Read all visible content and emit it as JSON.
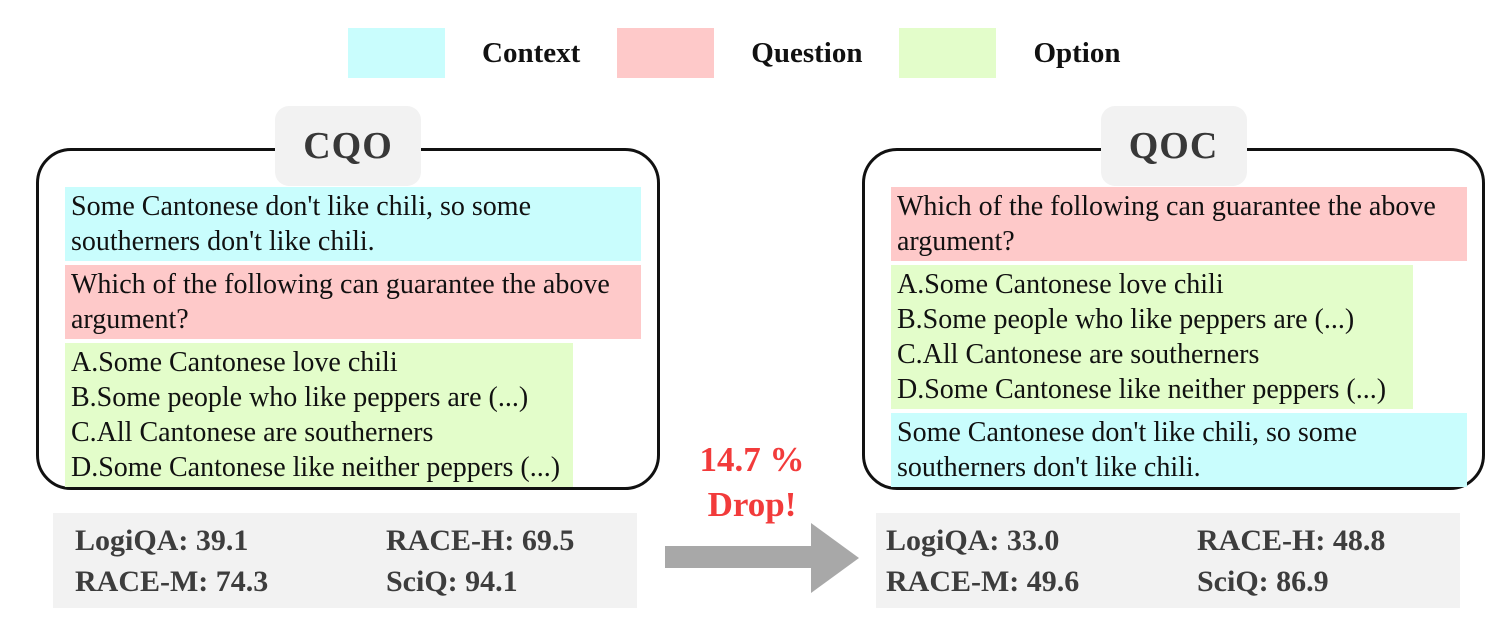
{
  "legend": {
    "items": [
      {
        "label": "Context",
        "color": "#c9fdfd"
      },
      {
        "label": "Question",
        "color": "#fec9c9"
      },
      {
        "label": "Option",
        "color": "#e3fdca"
      }
    ]
  },
  "colors": {
    "context": "#c9fdfd",
    "question": "#fec9c9",
    "option": "#e3fdca",
    "chip_bg": "#f2f2f2",
    "score_box_bg": "#f2f2f2",
    "drop_red": "#f23b3b",
    "arrow_gray": "#a8a8a8",
    "border_black": "#111111"
  },
  "cqo": {
    "title": "CQO",
    "context_lines": [
      "Some Cantonese don't like chili, so some",
      "southerners don't like chili."
    ],
    "question_lines": [
      "Which of the following can guarantee the above",
      "argument?"
    ],
    "option_lines": [
      "A.Some Cantonese love chili",
      "B.Some people who like peppers are (...)",
      "C.All Cantonese are southerners",
      "D.Some Cantonese like neither peppers (...)"
    ],
    "scores": [
      {
        "dataset": "LogiQA",
        "value": 39.1,
        "text": "LogiQA: 39.1"
      },
      {
        "dataset": "RACE-H",
        "value": 69.5,
        "text": "RACE-H: 69.5"
      },
      {
        "dataset": "RACE-M",
        "value": 74.3,
        "text": "RACE-M: 74.3"
      },
      {
        "dataset": "SciQ",
        "value": 94.1,
        "text": "SciQ: 94.1"
      }
    ]
  },
  "qoc": {
    "title": "QOC",
    "question_lines": [
      "Which of the following can guarantee the above",
      "argument?"
    ],
    "option_lines": [
      "A.Some Cantonese love chili",
      "B.Some people who like peppers are (...)",
      "C.All Cantonese are southerners",
      "D.Some Cantonese like neither peppers (...)"
    ],
    "context_lines": [
      "Some Cantonese don't like chili, so some",
      "southerners don't like chili."
    ],
    "scores": [
      {
        "dataset": "LogiQA",
        "value": 33.0,
        "text": "LogiQA: 33.0"
      },
      {
        "dataset": "RACE-H",
        "value": 48.8,
        "text": "RACE-H: 48.8"
      },
      {
        "dataset": "RACE-M",
        "value": 49.6,
        "text": "RACE-M: 49.6"
      },
      {
        "dataset": "SciQ",
        "value": 86.9,
        "text": "SciQ: 86.9"
      }
    ]
  },
  "transition": {
    "drop_line1": "14.7 %",
    "drop_line2": "Drop!",
    "drop_value_percent": 14.7
  }
}
